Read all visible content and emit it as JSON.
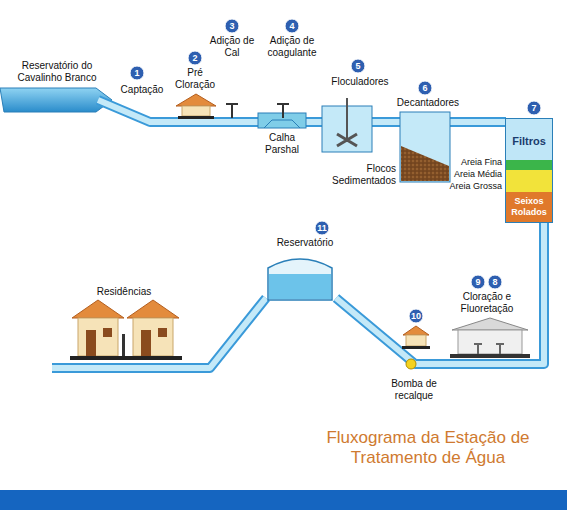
{
  "diagram": {
    "title": "Fluxograma da Estação de Tratamento de Água",
    "nodes": [
      {
        "text": [
          "Filtros"
        ]
      },
      {
        "text": [
          "Seixos Rolados"
        ],
        "in": 0
      }
    ],
    "labels": [
      "Reservatório do Cavalinho Branco",
      "1",
      "Captação",
      "2",
      "Pré Cloração",
      "3",
      "Adição de Cal",
      "4",
      "Adição de coagulante",
      "Calha Parshal",
      "5",
      "Floculadores",
      "6",
      "Decantadores",
      "Flocos Sedimentados",
      "7",
      "Areia Fina",
      "Areia Média",
      "Areia Grossa",
      "11",
      "Reservatório",
      "Residências",
      "9",
      "8",
      "Cloração e Fluoretação",
      "10",
      "Bomba de recalque"
    ]
  }
}
